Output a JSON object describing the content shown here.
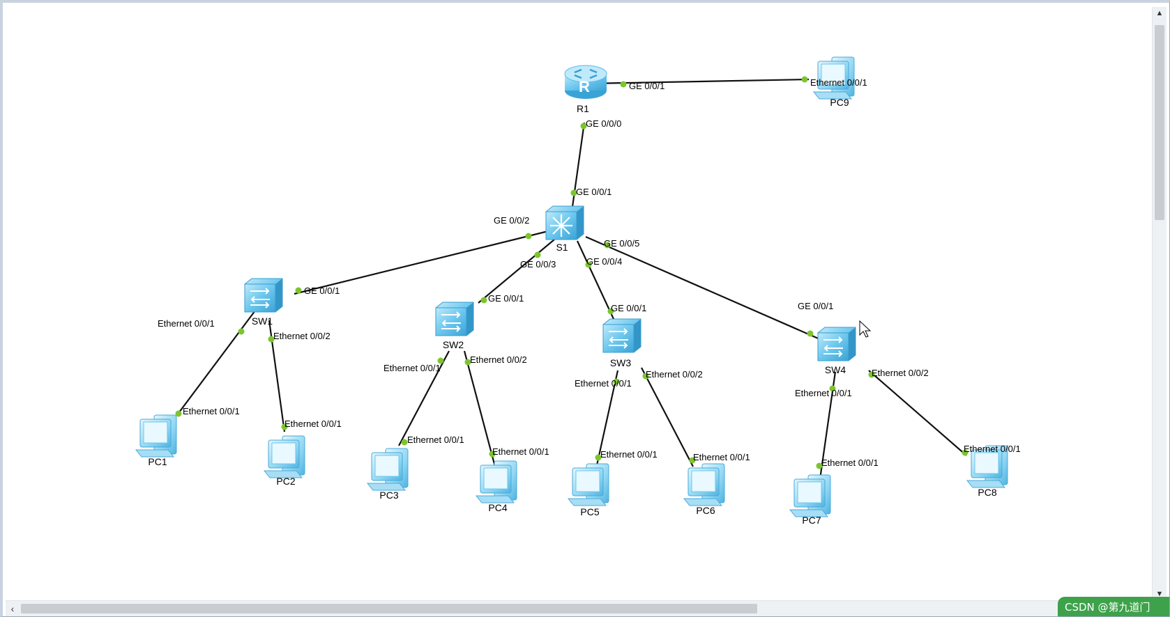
{
  "devices": [
    {
      "id": "R1",
      "type": "router"
    },
    {
      "id": "PC9",
      "type": "pc"
    },
    {
      "id": "S1",
      "type": "core-switch"
    },
    {
      "id": "SW1",
      "type": "switch"
    },
    {
      "id": "SW2",
      "type": "switch"
    },
    {
      "id": "SW3",
      "type": "switch"
    },
    {
      "id": "SW4",
      "type": "switch"
    },
    {
      "id": "PC1",
      "type": "pc"
    },
    {
      "id": "PC2",
      "type": "pc"
    },
    {
      "id": "PC3",
      "type": "pc"
    },
    {
      "id": "PC4",
      "type": "pc"
    },
    {
      "id": "PC5",
      "type": "pc"
    },
    {
      "id": "PC6",
      "type": "pc"
    },
    {
      "id": "PC7",
      "type": "pc"
    },
    {
      "id": "PC8",
      "type": "pc"
    }
  ],
  "links": [
    {
      "a": "R1",
      "a_port": "GE 0/0/1",
      "b": "PC9",
      "b_port": "Ethernet 0/0/1"
    },
    {
      "a": "R1",
      "a_port": "GE 0/0/0",
      "b": "S1",
      "b_port": "GE 0/0/1"
    },
    {
      "a": "S1",
      "a_port": "GE 0/0/2",
      "b": "SW1",
      "b_port": "GE 0/0/1"
    },
    {
      "a": "S1",
      "a_port": "GE 0/0/3",
      "b": "SW2",
      "b_port": "GE 0/0/1"
    },
    {
      "a": "S1",
      "a_port": "GE 0/0/4",
      "b": "SW3",
      "b_port": "GE 0/0/1"
    },
    {
      "a": "S1",
      "a_port": "GE 0/0/5",
      "b": "SW4",
      "b_port": "GE 0/0/1"
    },
    {
      "a": "SW1",
      "a_port": "Ethernet 0/0/1",
      "b": "PC1",
      "b_port": "Ethernet 0/0/1"
    },
    {
      "a": "SW1",
      "a_port": "Ethernet 0/0/2",
      "b": "PC2",
      "b_port": "Ethernet 0/0/1"
    },
    {
      "a": "SW2",
      "a_port": "Ethernet 0/0/1",
      "b": "PC3",
      "b_port": "Ethernet 0/0/1"
    },
    {
      "a": "SW2",
      "a_port": "Ethernet 0/0/2",
      "b": "PC4",
      "b_port": "Ethernet 0/0/1"
    },
    {
      "a": "SW3",
      "a_port": "Ethernet 0/0/1",
      "b": "PC5",
      "b_port": "Ethernet 0/0/1"
    },
    {
      "a": "SW3",
      "a_port": "Ethernet 0/0/2",
      "b": "PC6",
      "b_port": "Ethernet 0/0/1"
    },
    {
      "a": "SW4",
      "a_port": "Ethernet 0/0/1",
      "b": "PC7",
      "b_port": "Ethernet 0/0/1"
    },
    {
      "a": "SW4",
      "a_port": "Ethernet 0/0/2",
      "b": "PC8",
      "b_port": "Ethernet 0/0/1"
    }
  ],
  "watermark": "CSDN @第九道门",
  "colors": {
    "device": "#6cc7ee",
    "device_dark": "#2f9bd0",
    "port_dot": "#7cc52e",
    "link": "#111111"
  }
}
